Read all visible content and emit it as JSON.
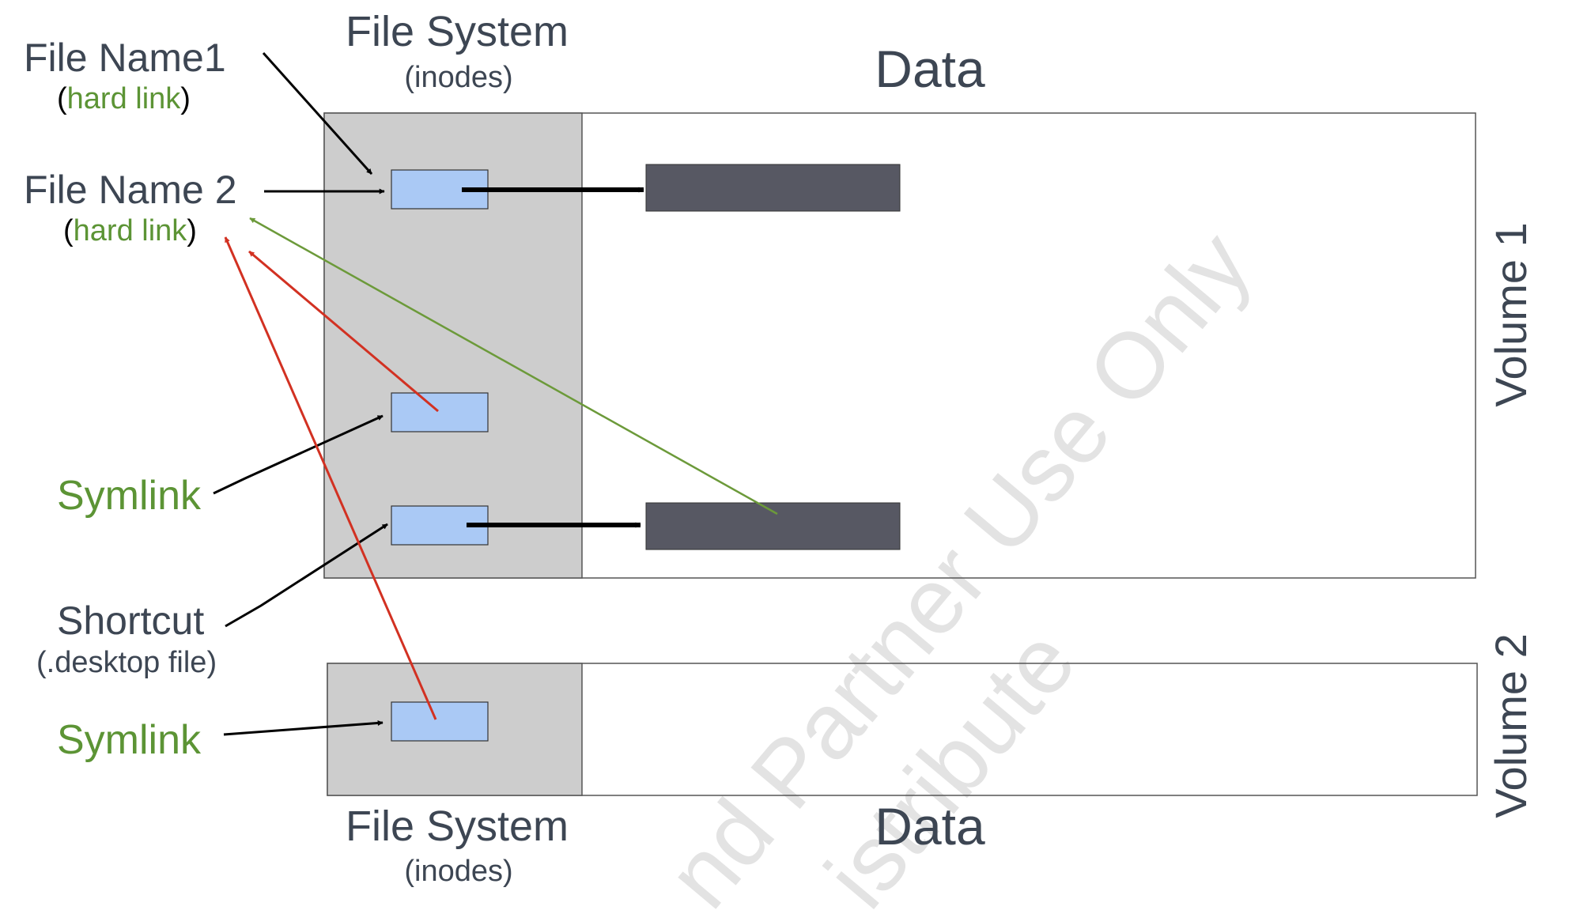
{
  "colors": {
    "fs_fill": "#cdcdcd",
    "inode_fill": "#aac9f5",
    "data_block_fill": "#575863",
    "arrow_black": "#000000",
    "arrow_red": "#d23122",
    "arrow_green": "#6c9a3a",
    "text_dark": "#3d4653",
    "text_green": "#5c9435",
    "watermark": "#e3e3e3"
  },
  "volume1": {
    "fs_title": "File System",
    "fs_subtitle": "(inodes)",
    "data_title": "Data",
    "label": "Volume 1"
  },
  "volume2": {
    "fs_title": "File System",
    "fs_subtitle": "(inodes)",
    "data_title": "Data",
    "label": "Volume 2"
  },
  "left_labels": {
    "file_name1": "File Name1",
    "file_name1_paren_open": "(",
    "file_name1_hard": "hard link",
    "file_name1_paren_close": ")",
    "file_name2": "File Name 2",
    "file_name2_paren_open": "(",
    "file_name2_hard": "hard link",
    "file_name2_paren_close": ")",
    "symlink1": "Symlink",
    "shortcut": "Shortcut",
    "shortcut_sub": "(.desktop file)",
    "symlink2": "Symlink"
  },
  "watermark": {
    "line1": "nd Partner Use Only",
    "line2": "istribute"
  }
}
